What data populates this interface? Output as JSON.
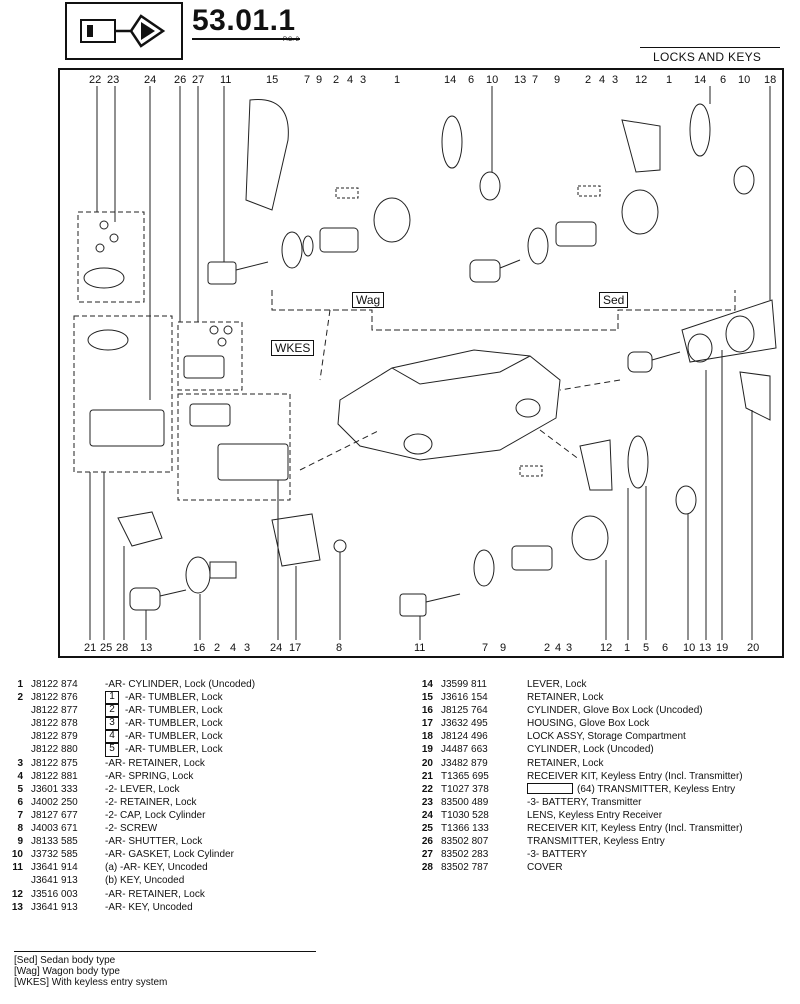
{
  "header": {
    "section_number": "53.01.1",
    "page_code": "P.C. 3",
    "category_title": "LOCKS AND KEYS",
    "icon": "key-lock-icon"
  },
  "diagram": {
    "top_callouts": [
      "22",
      "23",
      "24",
      "26",
      "27",
      "11",
      "15",
      "7",
      "9",
      "2",
      "4",
      "3",
      "1",
      "14",
      "6",
      "10",
      "13",
      "7",
      "9",
      "2",
      "4",
      "3",
      "12",
      "1",
      "14",
      "6",
      "10",
      "18"
    ],
    "bottom_callouts": [
      "21",
      "25",
      "28",
      "13",
      "16",
      "2",
      "4",
      "3",
      "24",
      "17",
      "8",
      "11",
      "7",
      "9",
      "2",
      "4",
      "3",
      "12",
      "1",
      "5",
      "6",
      "10",
      "13",
      "19",
      "20"
    ],
    "tags": {
      "wag": "Wag",
      "sed": "Sed",
      "wkes": "WKES"
    }
  },
  "parts_left": [
    {
      "key": "1",
      "pn": "J8122 874",
      "box": "",
      "desc": "-AR- CYLINDER, Lock (Uncoded)"
    },
    {
      "key": "2",
      "pn": "J8122 876",
      "box": "1",
      "desc": "-AR- TUMBLER, Lock"
    },
    {
      "key": "",
      "pn": "J8122 877",
      "box": "2",
      "desc": "-AR- TUMBLER, Lock"
    },
    {
      "key": "",
      "pn": "J8122 878",
      "box": "3",
      "desc": "-AR- TUMBLER, Lock"
    },
    {
      "key": "",
      "pn": "J8122 879",
      "box": "4",
      "desc": "-AR- TUMBLER, Lock"
    },
    {
      "key": "",
      "pn": "J8122 880",
      "box": "5",
      "desc": "-AR- TUMBLER, Lock"
    },
    {
      "key": "3",
      "pn": "J8122 875",
      "box": "",
      "desc": "-AR- RETAINER, Lock"
    },
    {
      "key": "4",
      "pn": "J8122 881",
      "box": "",
      "desc": "-AR- SPRING, Lock"
    },
    {
      "key": "5",
      "pn": "J3601 333",
      "box": "",
      "desc": "-2- LEVER, Lock"
    },
    {
      "key": "6",
      "pn": "J4002 250",
      "box": "",
      "desc": "-2- RETAINER, Lock"
    },
    {
      "key": "7",
      "pn": "J8127 677",
      "box": "",
      "desc": "-2- CAP, Lock Cylinder"
    },
    {
      "key": "8",
      "pn": "J4003 671",
      "box": "",
      "desc": "-2- SCREW"
    },
    {
      "key": "9",
      "pn": "J8133 585",
      "box": "",
      "desc": "-AR- SHUTTER, Lock"
    },
    {
      "key": "10",
      "pn": "J3732 585",
      "box": "",
      "desc": "-AR- GASKET, Lock Cylinder"
    },
    {
      "key": "11",
      "pn": "J3641 914",
      "box": "",
      "desc": "(a)   -AR- KEY, Uncoded"
    },
    {
      "key": "",
      "pn": "J3641 913",
      "box": "",
      "desc": "(b)   KEY, Uncoded"
    },
    {
      "key": "12",
      "pn": "J3516 003",
      "box": "",
      "desc": "-AR- RETAINER, Lock"
    },
    {
      "key": "13",
      "pn": "J3641 913",
      "box": "",
      "desc": "-AR- KEY, Uncoded"
    }
  ],
  "parts_right": [
    {
      "key": "14",
      "pn": "J3599 811",
      "desc": "LEVER, Lock"
    },
    {
      "key": "15",
      "pn": "J3616 154",
      "desc": "RETAINER, Lock"
    },
    {
      "key": "16",
      "pn": "J8125 764",
      "desc": "CYLINDER, Glove Box Lock (Uncoded)"
    },
    {
      "key": "17",
      "pn": "J3632 495",
      "desc": "HOUSING, Glove Box Lock"
    },
    {
      "key": "18",
      "pn": "J8124 496",
      "desc": "LOCK ASSY, Storage Compartment"
    },
    {
      "key": "19",
      "pn": "J4487 663",
      "desc": "CYLINDER, Lock (Uncoded)"
    },
    {
      "key": "20",
      "pn": "J3482 879",
      "desc": "RETAINER, Lock"
    },
    {
      "key": "21",
      "pn": "T1365 695",
      "desc": "RECEIVER KIT, Keyless Entry (Incl. Transmitter)"
    },
    {
      "key": "22",
      "pn": "T1027 378",
      "desc": "(64)  TRANSMITTER, Keyless Entry"
    },
    {
      "key": "23",
      "pn": "83500 489",
      "desc": "-3- BATTERY, Transmitter"
    },
    {
      "key": "24",
      "pn": "T1030 528",
      "desc": "LENS, Keyless Entry Receiver"
    },
    {
      "key": "25",
      "pn": "T1366 133",
      "desc": "RECEIVER KIT, Keyless Entry (Incl. Transmitter)"
    },
    {
      "key": "26",
      "pn": "83502 807",
      "desc": "TRANSMITTER, Keyless Entry"
    },
    {
      "key": "27",
      "pn": "83502 283",
      "desc": "-3- BATTERY"
    },
    {
      "key": "28",
      "pn": "83502 787",
      "desc": "COVER"
    }
  ],
  "notes": [
    "[Sed] Sedan body type",
    "[Wag] Wagon body type",
    "[WKES] With keyless entry system"
  ]
}
